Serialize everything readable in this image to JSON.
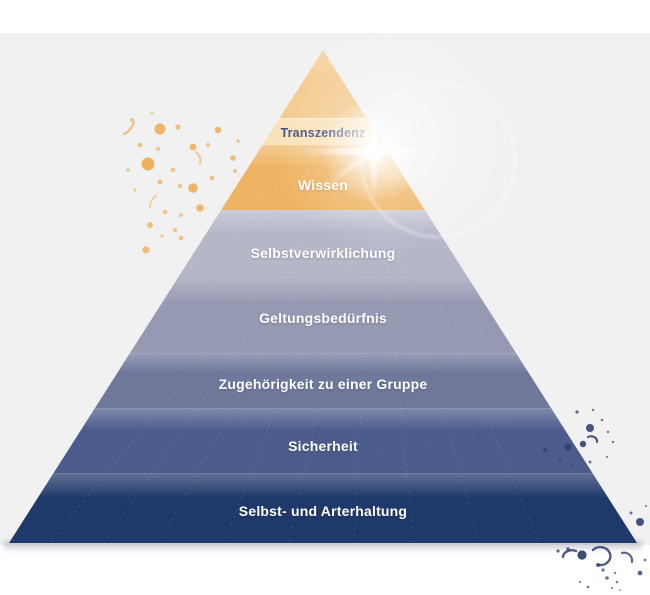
{
  "diagram": {
    "type": "pyramid",
    "levels": [
      {
        "label": "Transzendenz",
        "color": "#f3ca8e",
        "strip_color": "#f9e2ba",
        "text_color": "#3f4a80"
      },
      {
        "label": "Wissen",
        "color": "#efb463",
        "text_color": "#ffffff"
      },
      {
        "label": "Selbstverwirklichung",
        "color": "#b5b6c8",
        "text_color": "#ffffff"
      },
      {
        "label": "Geltungsbedürfnis",
        "color": "#9699b2",
        "text_color": "#ffffff"
      },
      {
        "label": "Zugehörigkeit zu einer Gruppe",
        "color": "#6f779b",
        "text_color": "#ffffff"
      },
      {
        "label": "Sicherheit",
        "color": "#4b5b8b",
        "text_color": "#ffffff"
      },
      {
        "label": "Selbst- und Arterhaltung",
        "color": "#20396b",
        "text_color": "#ffffff"
      }
    ],
    "background": {
      "page": "#ffffff",
      "panel": "#f1f1f2"
    },
    "decor": {
      "sun_flare": "lens-flare-top-right-of-apex",
      "orange_splatter_color": "#efa94e",
      "dark_splatter_color": "#31406f"
    }
  }
}
